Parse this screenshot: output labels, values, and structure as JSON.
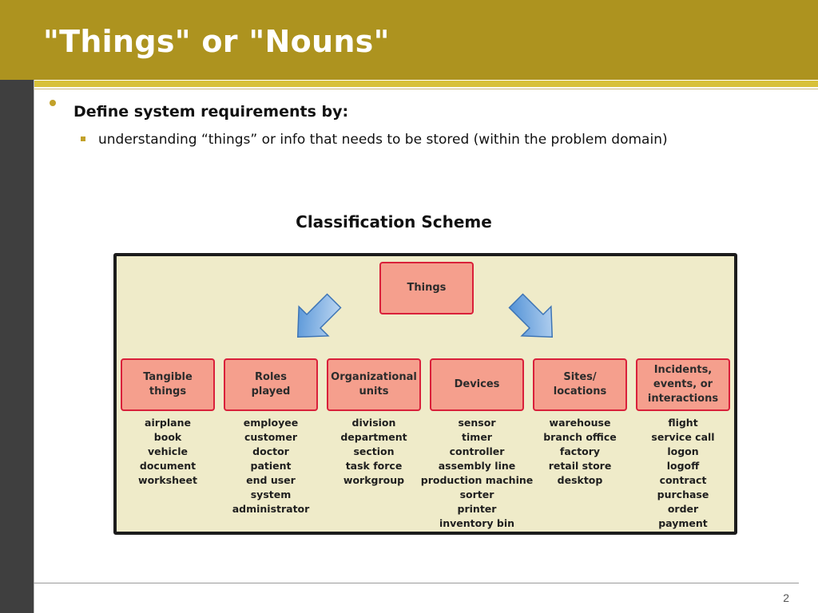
{
  "slide": {
    "title": "\"Things\" or \"Nouns\"",
    "bullet": "Define system requirements by:",
    "sub_bullet": "understanding “things” or info that needs to be stored (within the problem domain)",
    "subtitle": "Classification Scheme",
    "page_number": "2"
  },
  "diagram": {
    "root": "Things",
    "categories": [
      {
        "label": "Tangible\nthings",
        "items": [
          "airplane",
          "book",
          "vehicle",
          "document",
          "worksheet"
        ]
      },
      {
        "label": "Roles\nplayed",
        "items": [
          "employee",
          "customer",
          "doctor",
          "patient",
          "end user",
          "system",
          "administrator"
        ]
      },
      {
        "label": "Organizational\nunits",
        "items": [
          "division",
          "department",
          "section",
          "task force",
          "workgroup"
        ]
      },
      {
        "label": "Devices",
        "items": [
          "sensor",
          "timer",
          "controller",
          "assembly line",
          "production machine",
          "sorter",
          "printer",
          "inventory bin"
        ]
      },
      {
        "label": "Sites/\nlocations",
        "items": [
          "warehouse",
          "branch office",
          "factory",
          "retail store",
          "desktop"
        ]
      },
      {
        "label": "Incidents,\nevents, or\ninteractions",
        "items": [
          "flight",
          "service call",
          "logon",
          "logoff",
          "contract",
          "purchase",
          "order",
          "payment"
        ]
      }
    ]
  },
  "colors": {
    "header": "#ad931f",
    "bullet": "#c2a12a",
    "box_fill": "#f59f8d",
    "box_border": "#d9203a",
    "diagram_bg": "#efebc9",
    "arrow": "#4a8fd6"
  }
}
